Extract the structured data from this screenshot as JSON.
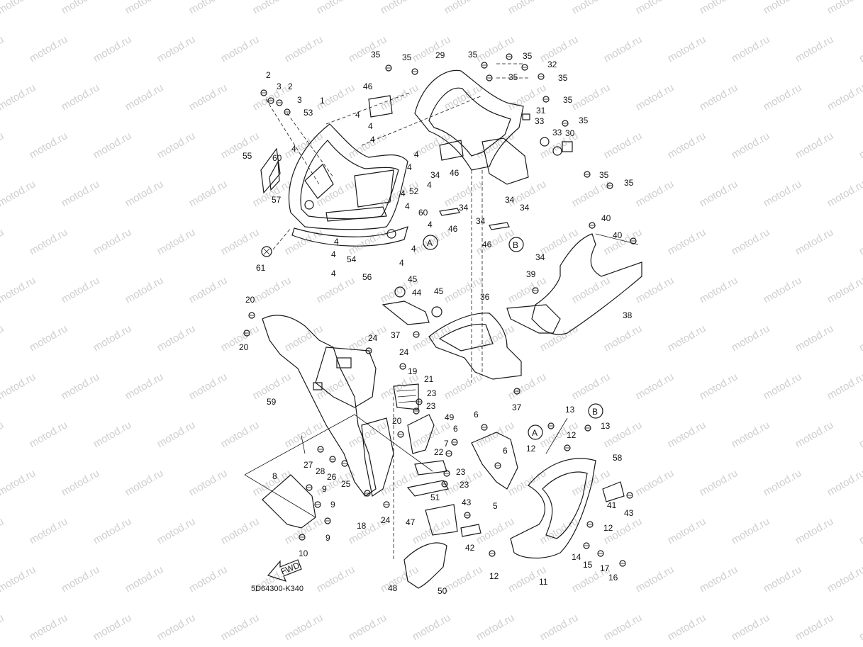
{
  "diagram": {
    "watermark": "motod.ru",
    "drawing_code": "5D64300-K340",
    "forward_arrow": "FWD",
    "ref_markers": [
      "A",
      "B"
    ],
    "callouts": [
      "1",
      "2",
      "3",
      "4",
      "5",
      "6",
      "7",
      "8",
      "9",
      "10",
      "11",
      "12",
      "13",
      "14",
      "15",
      "16",
      "17",
      "18",
      "19",
      "20",
      "21",
      "22",
      "23",
      "24",
      "25",
      "26",
      "27",
      "28",
      "29",
      "30",
      "31",
      "32",
      "33",
      "34",
      "35",
      "36",
      "37",
      "38",
      "39",
      "40",
      "41",
      "42",
      "43",
      "44",
      "45",
      "46",
      "47",
      "48",
      "49",
      "50",
      "51",
      "52",
      "53",
      "54",
      "55",
      "56",
      "57",
      "58",
      "59",
      "60",
      "61"
    ]
  }
}
